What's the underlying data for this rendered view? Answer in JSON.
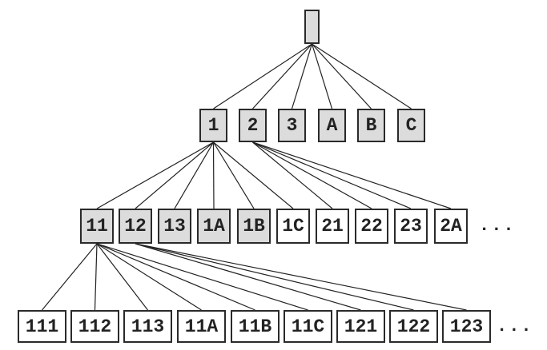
{
  "diagram": {
    "root": {
      "label": "",
      "shaded": true
    },
    "level1": [
      {
        "label": "1",
        "shaded": true
      },
      {
        "label": "2",
        "shaded": true
      },
      {
        "label": "3",
        "shaded": true
      },
      {
        "label": "A",
        "shaded": true
      },
      {
        "label": "B",
        "shaded": true
      },
      {
        "label": "C",
        "shaded": true
      }
    ],
    "level2": [
      {
        "label": "11",
        "shaded": true,
        "parent": "1"
      },
      {
        "label": "12",
        "shaded": true,
        "parent": "1"
      },
      {
        "label": "13",
        "shaded": true,
        "parent": "1"
      },
      {
        "label": "1A",
        "shaded": true,
        "parent": "1"
      },
      {
        "label": "1B",
        "shaded": true,
        "parent": "1"
      },
      {
        "label": "1C",
        "shaded": false,
        "parent": "1"
      },
      {
        "label": "21",
        "shaded": false,
        "parent": "2"
      },
      {
        "label": "22",
        "shaded": false,
        "parent": "2"
      },
      {
        "label": "23",
        "shaded": false,
        "parent": "2"
      },
      {
        "label": "2A",
        "shaded": false,
        "parent": "2"
      }
    ],
    "level2_more": "...",
    "level3": [
      {
        "label": "111",
        "shaded": false,
        "parent": "11"
      },
      {
        "label": "112",
        "shaded": false,
        "parent": "11"
      },
      {
        "label": "113",
        "shaded": false,
        "parent": "11"
      },
      {
        "label": "11A",
        "shaded": false,
        "parent": "11"
      },
      {
        "label": "11B",
        "shaded": false,
        "parent": "11"
      },
      {
        "label": "11C",
        "shaded": false,
        "parent": "11"
      },
      {
        "label": "121",
        "shaded": false,
        "parent": "12"
      },
      {
        "label": "122",
        "shaded": false,
        "parent": "12"
      },
      {
        "label": "123",
        "shaded": false,
        "parent": "12"
      }
    ],
    "level3_more": "..."
  }
}
